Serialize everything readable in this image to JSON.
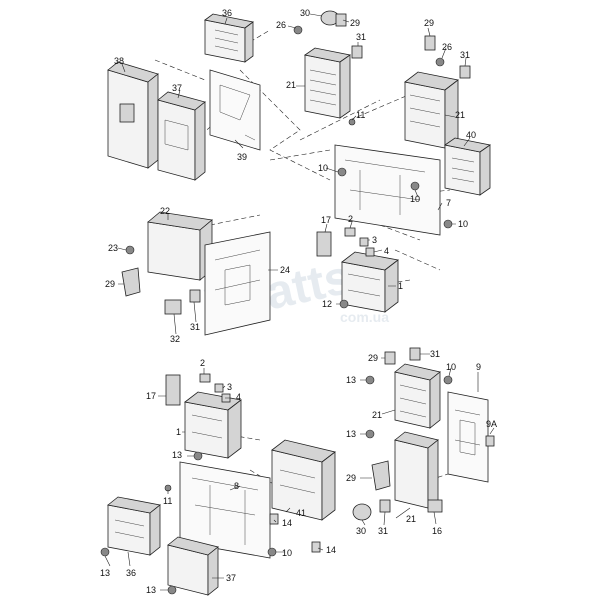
{
  "watermark": {
    "line1": "Vgatts",
    "line2": "com.ua"
  },
  "callouts": {
    "n36a": "36",
    "n26a": "26",
    "n30a": "30",
    "n29a": "29",
    "n31a": "31",
    "n29b": "29",
    "n26b": "26",
    "n31b": "31",
    "n38": "38",
    "n37a": "37",
    "n39": "39",
    "n21a": "21",
    "n11a": "11",
    "n21b": "21",
    "n40": "40",
    "n10a": "10",
    "n10b": "10",
    "n7": "7",
    "n10c": "10",
    "n22": "22",
    "n23": "23",
    "n24": "24",
    "n29c": "29",
    "n31c": "31",
    "n32": "32",
    "n17a": "17",
    "n2a": "2",
    "n3a": "3",
    "n4a": "4",
    "n1a": "1",
    "n12": "12",
    "n29d": "29",
    "n31d": "31",
    "n10d": "10",
    "n9": "9",
    "n13a": "13",
    "n21c": "21",
    "n13b": "13",
    "n9a": "9A",
    "n29e": "29",
    "n21d": "21",
    "n16": "16",
    "n30b": "30",
    "n31e": "31",
    "n2b": "2",
    "n3b": "3",
    "n17b": "17",
    "n4b": "4",
    "n1b": "1",
    "n13c": "13",
    "n11b": "11",
    "n8": "8",
    "n41": "41",
    "n14a": "14",
    "n14b": "14",
    "n10e": "10",
    "n13d": "13",
    "n36b": "36",
    "n13e": "13",
    "n37b": "37"
  }
}
